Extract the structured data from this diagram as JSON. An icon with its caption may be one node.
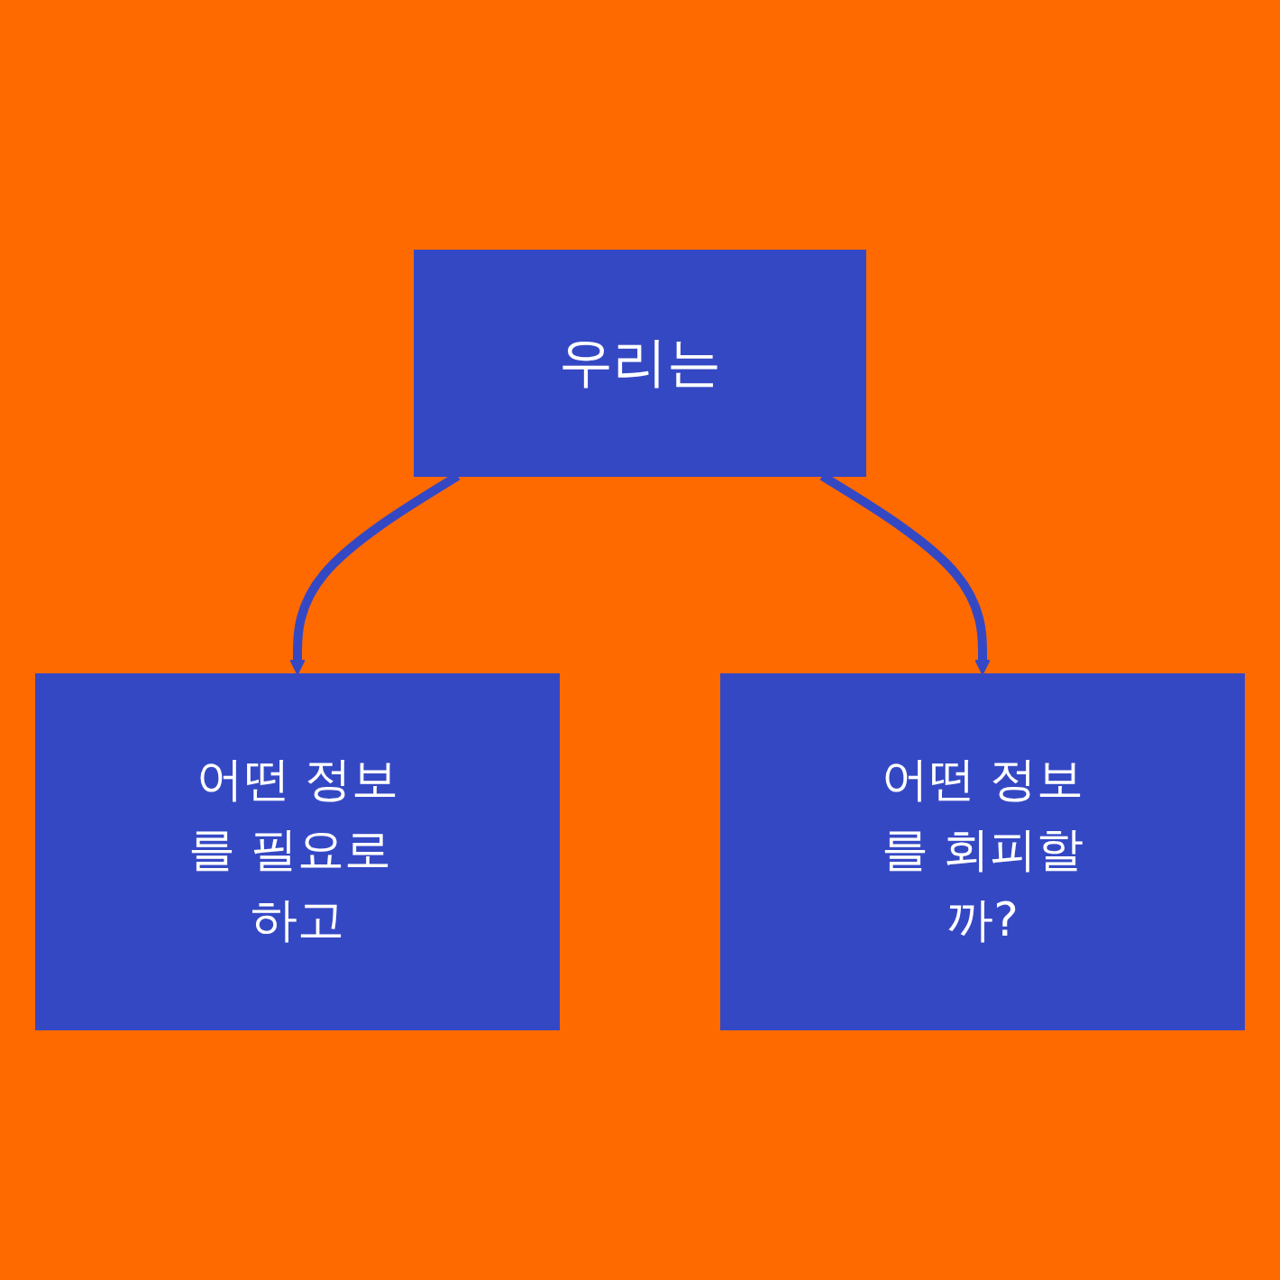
{
  "diagram": {
    "nodes": [
      {
        "text": [
          "우리는"
        ]
      },
      {
        "text": [
          "어떤 정보를 필요로 하고"
        ]
      },
      {
        "text": [
          "어떤 정보를 회피할까?"
        ]
      }
    ],
    "edges": [
      {
        "from": 0,
        "to": 1,
        "arrow": "to"
      },
      {
        "from": 0,
        "to": 2,
        "arrow": "to"
      }
    ]
  }
}
